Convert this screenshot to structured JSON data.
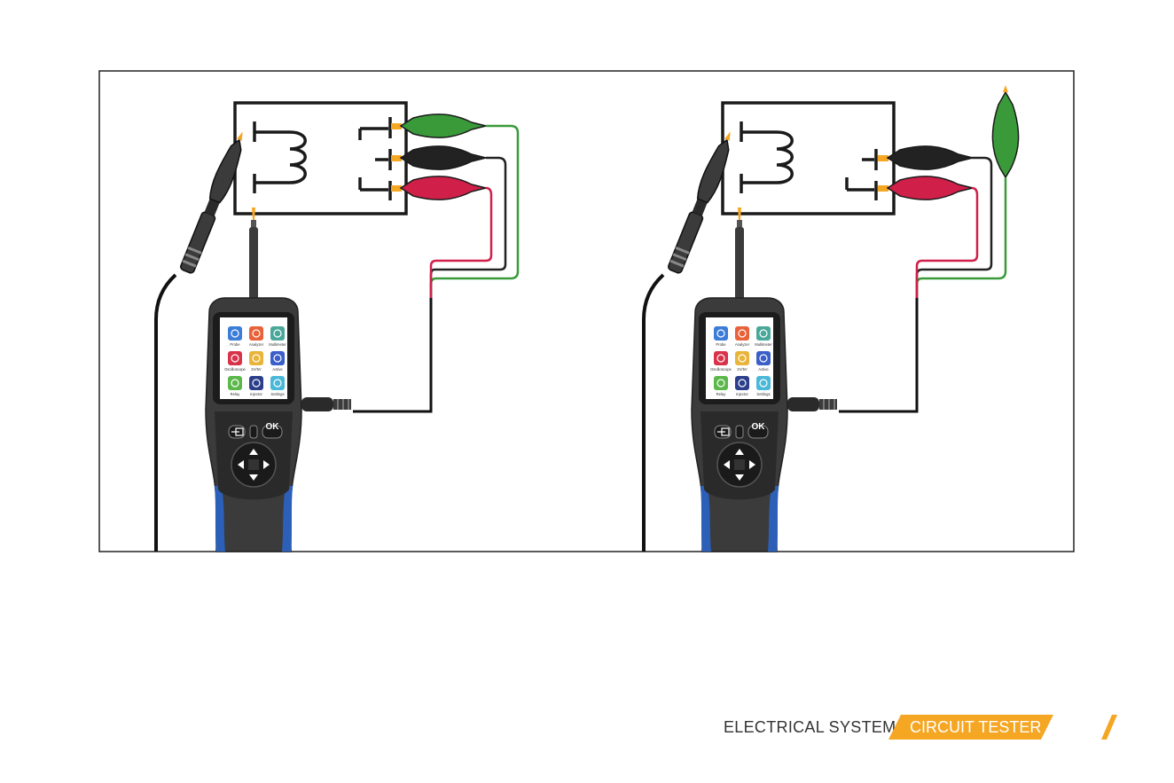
{
  "footer": {
    "section": "ELECTRICAL SYSTEM",
    "product": "CIRCUIT TESTER"
  },
  "device_screen": {
    "apps": [
      "Probe",
      "Analyzer",
      "Multimeter",
      "Oscilloscope",
      "2V/5V",
      "Active",
      "Relay",
      "Injector",
      "Settings"
    ]
  },
  "keypad": {
    "ok_label": "OK"
  },
  "colors": {
    "accent": "#f5a623",
    "wire_green": "#3a9a3a",
    "wire_red": "#d0204a",
    "wire_black": "#222222",
    "device_body": "#3b3b3b",
    "grip_blue": "#2b5fb8"
  }
}
